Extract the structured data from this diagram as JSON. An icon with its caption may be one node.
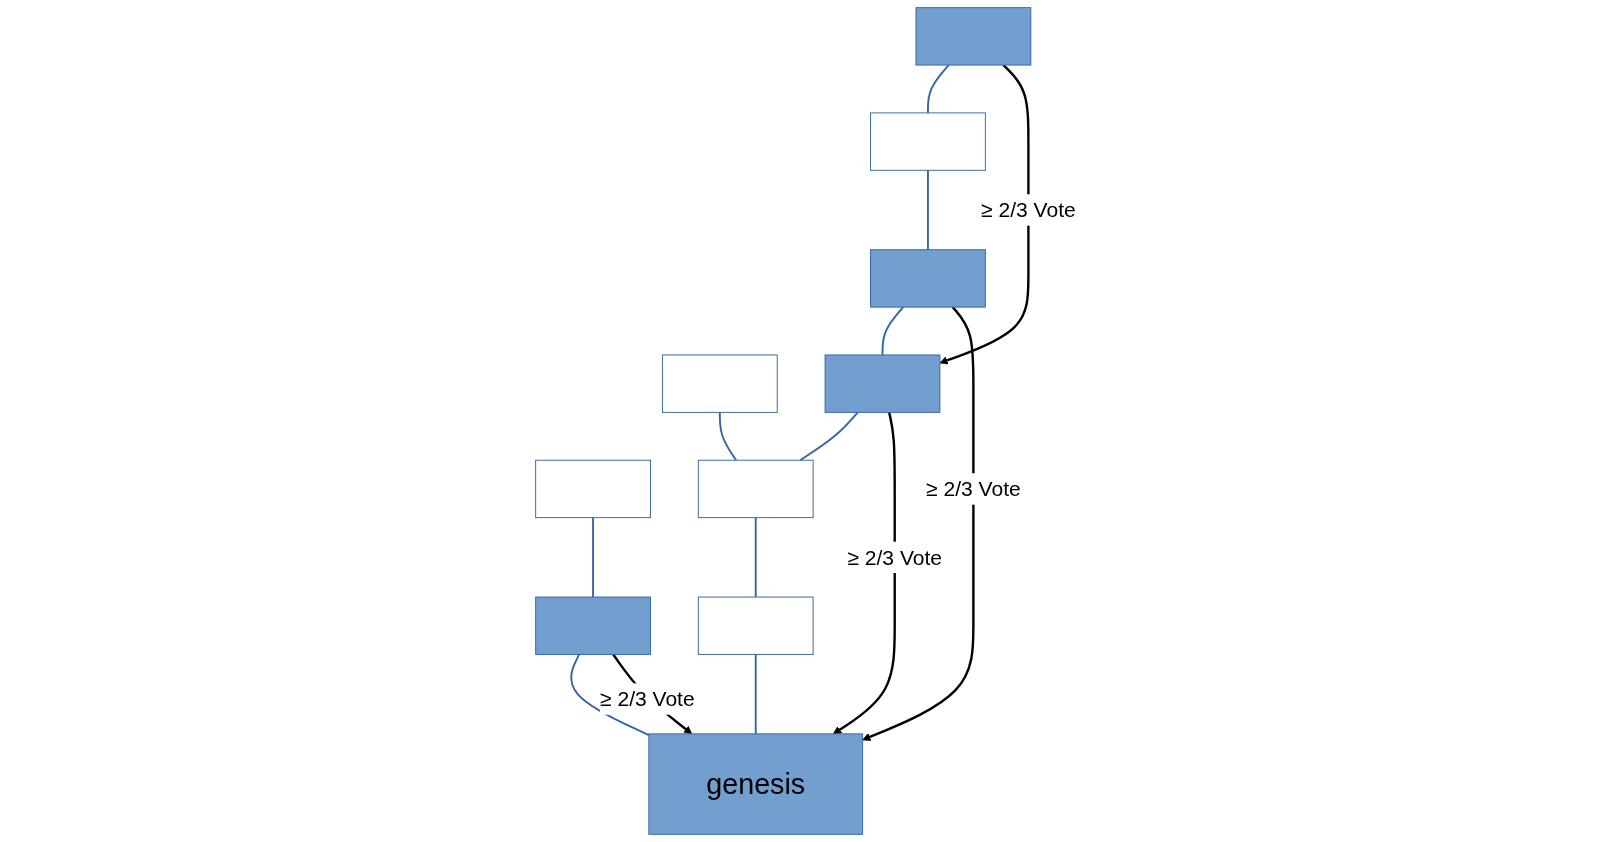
{
  "diagram": {
    "nodes": [
      {
        "text": [],
        "shape": "box"
      },
      {
        "text": [],
        "shape": "box"
      },
      {
        "text": [],
        "shape": "box"
      },
      {
        "text": [],
        "shape": "box"
      },
      {
        "text": [],
        "shape": "box"
      },
      {
        "text": [],
        "shape": "box"
      },
      {
        "text": [],
        "shape": "box"
      },
      {
        "text": [],
        "shape": "box"
      },
      {
        "text": [],
        "shape": "box"
      },
      {
        "text": [
          "genesis"
        ]
      }
    ],
    "edges": [
      {
        "from": 0,
        "to": 1,
        "arrow": "none"
      },
      {
        "from": 1,
        "to": 2,
        "arrow": "none"
      },
      {
        "from": 2,
        "to": 3,
        "arrow": "none"
      },
      {
        "from": 3,
        "to": 5,
        "arrow": "none"
      },
      {
        "from": 4,
        "to": 5,
        "arrow": "none"
      },
      {
        "from": 5,
        "to": 7,
        "arrow": "none"
      },
      {
        "from": 7,
        "to": 9,
        "arrow": "none"
      },
      {
        "from": 6,
        "to": 8,
        "arrow": "none"
      },
      {
        "from": 8,
        "to": 9,
        "arrow": "none"
      },
      {
        "from": 0,
        "to": 3,
        "arrow": "to",
        "label": "≥ 2/3 Vote",
        "color": "#000000"
      },
      {
        "from": 2,
        "to": 9,
        "arrow": "to",
        "label": "≥ 2/3 Vote",
        "color": "#000000"
      },
      {
        "from": 3,
        "to": 9,
        "arrow": "to",
        "label": "≥ 2/3 Vote",
        "color": "#000000"
      },
      {
        "from": 8,
        "to": 9,
        "arrow": "to",
        "label": "≥ 2/3 Vote",
        "color": "#000000"
      }
    ]
  }
}
